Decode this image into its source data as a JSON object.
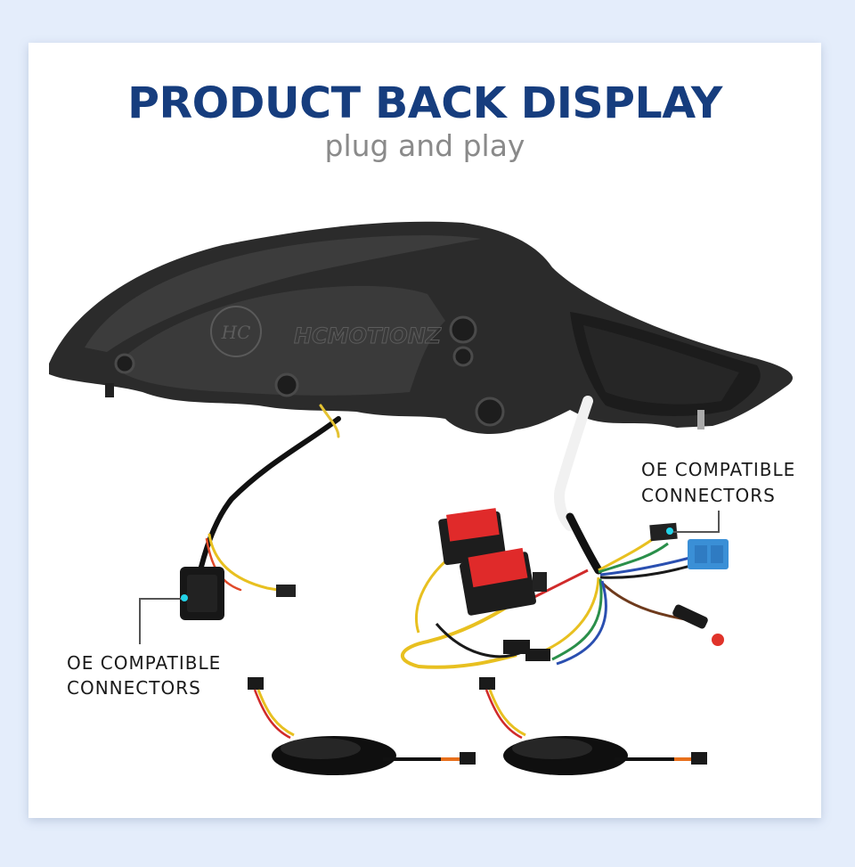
{
  "header": {
    "title": "PRODUCT BACK DISPLAY",
    "subtitle": "plug and play"
  },
  "callouts": [
    {
      "line1": "OE COMPATIBLE",
      "line2": "CONNECTORS",
      "position": "right-upper"
    },
    {
      "line1": "OE COMPATIBLE",
      "line2": "CONNECTORS",
      "position": "left-lower"
    }
  ],
  "product_image": {
    "subject": "tail light housing rear view with wiring harness, control modules and extension cables",
    "watermark": "HCMOTIONZ",
    "watermark_badge": "HC"
  },
  "colors": {
    "page_background": "#e4edfb",
    "card_background": "#ffffff",
    "title": "#163d7e",
    "subtitle": "#8a8a8a",
    "callout_dot": "#23d3e8"
  }
}
